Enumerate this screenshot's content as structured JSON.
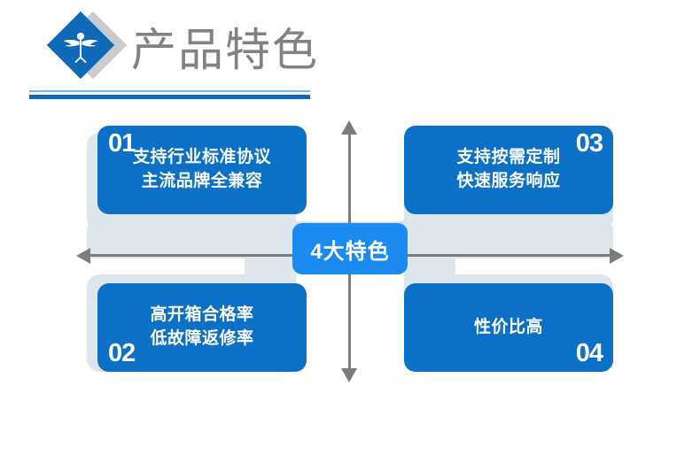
{
  "header": {
    "title": "产品特色",
    "logo_icon": "winged-figure-diamond-logo",
    "title_color": "#808284",
    "rule_thin_color": "#7fb3e0",
    "rule_thick_color": "#1169b9"
  },
  "theme": {
    "card_blue": "#0b71c6",
    "hub_blue": "#1b8bf2",
    "backdrop_grey_blue": "#dde5ed",
    "arrow_grey": "#7c7c7c",
    "page_background": "#ffffff"
  },
  "diagram": {
    "type": "four-quadrant-cross",
    "center": {
      "label": "4大特色"
    },
    "arrows": [
      {
        "name": "arrow-left",
        "direction": "left"
      },
      {
        "name": "arrow-right",
        "direction": "right"
      },
      {
        "name": "arrow-up",
        "direction": "up"
      },
      {
        "name": "arrow-down",
        "direction": "down"
      }
    ],
    "cards": [
      {
        "number": "01",
        "number_position": "top-left",
        "line1": "支持行业标准协议",
        "line2": "主流品牌全兼容"
      },
      {
        "number": "02",
        "number_position": "bottom-left",
        "line1": "高开箱合格率",
        "line2": "低故障返修率"
      },
      {
        "number": "03",
        "number_position": "top-right",
        "line1": "支持按需定制",
        "line2": "快速服务响应"
      },
      {
        "number": "04",
        "number_position": "bottom-right",
        "line1": "性价比高",
        "line2": ""
      }
    ]
  }
}
